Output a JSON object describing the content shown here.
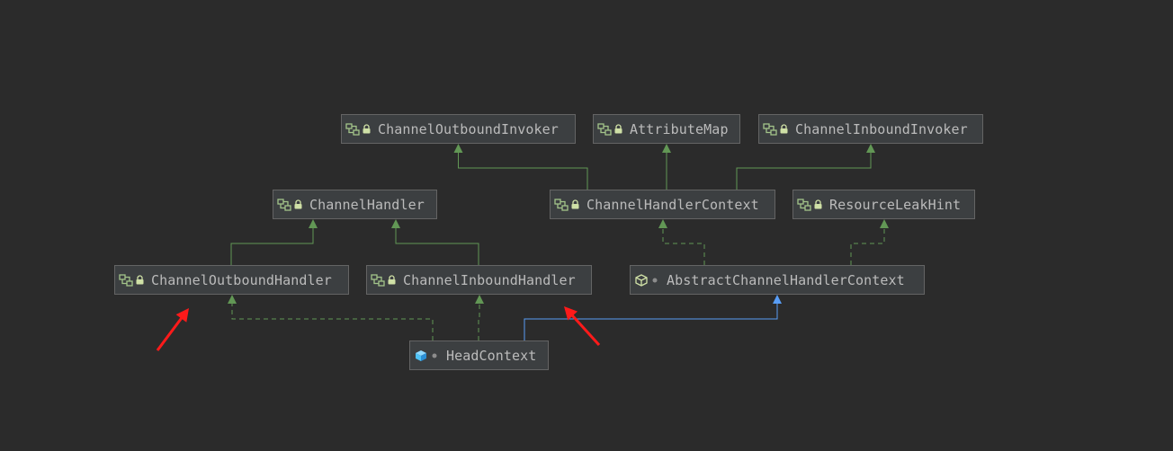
{
  "diagram": {
    "nodes": [
      {
        "id": "outbound-invoker",
        "label": "ChannelOutboundInvoker",
        "kind": "interface-icon"
      },
      {
        "id": "attribute-map",
        "label": "AttributeMap",
        "kind": "interface-icon"
      },
      {
        "id": "inbound-invoker",
        "label": "ChannelInboundInvoker",
        "kind": "interface-icon"
      },
      {
        "id": "channel-handler",
        "label": "ChannelHandler",
        "kind": "interface-icon"
      },
      {
        "id": "handler-context",
        "label": "ChannelHandlerContext",
        "kind": "interface-icon"
      },
      {
        "id": "resource-leak-hint",
        "label": "ResourceLeakHint",
        "kind": "interface-icon"
      },
      {
        "id": "outbound-handler",
        "label": "ChannelOutboundHandler",
        "kind": "interface-icon"
      },
      {
        "id": "inbound-handler",
        "label": "ChannelInboundHandler",
        "kind": "interface-icon"
      },
      {
        "id": "abstract-context",
        "label": "AbstractChannelHandlerContext",
        "kind": "abstract-class-icon"
      },
      {
        "id": "head-context",
        "label": "HeadContext",
        "kind": "class-icon"
      }
    ],
    "edges": [
      {
        "from": "handler-context",
        "to": "outbound-invoker",
        "type": "extends"
      },
      {
        "from": "handler-context",
        "to": "attribute-map",
        "type": "extends"
      },
      {
        "from": "handler-context",
        "to": "inbound-invoker",
        "type": "extends"
      },
      {
        "from": "outbound-handler",
        "to": "channel-handler",
        "type": "extends"
      },
      {
        "from": "inbound-handler",
        "to": "channel-handler",
        "type": "extends"
      },
      {
        "from": "abstract-context",
        "to": "handler-context",
        "type": "implements"
      },
      {
        "from": "abstract-context",
        "to": "resource-leak-hint",
        "type": "implements"
      },
      {
        "from": "head-context",
        "to": "outbound-handler",
        "type": "implements"
      },
      {
        "from": "head-context",
        "to": "inbound-handler",
        "type": "implements"
      },
      {
        "from": "head-context",
        "to": "abstract-context",
        "type": "class-extends"
      }
    ],
    "colors": {
      "background": "#2b2b2b",
      "node_fill": "#3c3f41",
      "node_border": "#646464",
      "text": "#bbbbbb",
      "interface_edge": "#629755",
      "class_edge": "#589df6",
      "annotation_arrow": "#ff1a1a",
      "icon_interface": "#a3c48a",
      "icon_lock": "#cfe0a6",
      "icon_class": "#4fc3f7"
    }
  }
}
